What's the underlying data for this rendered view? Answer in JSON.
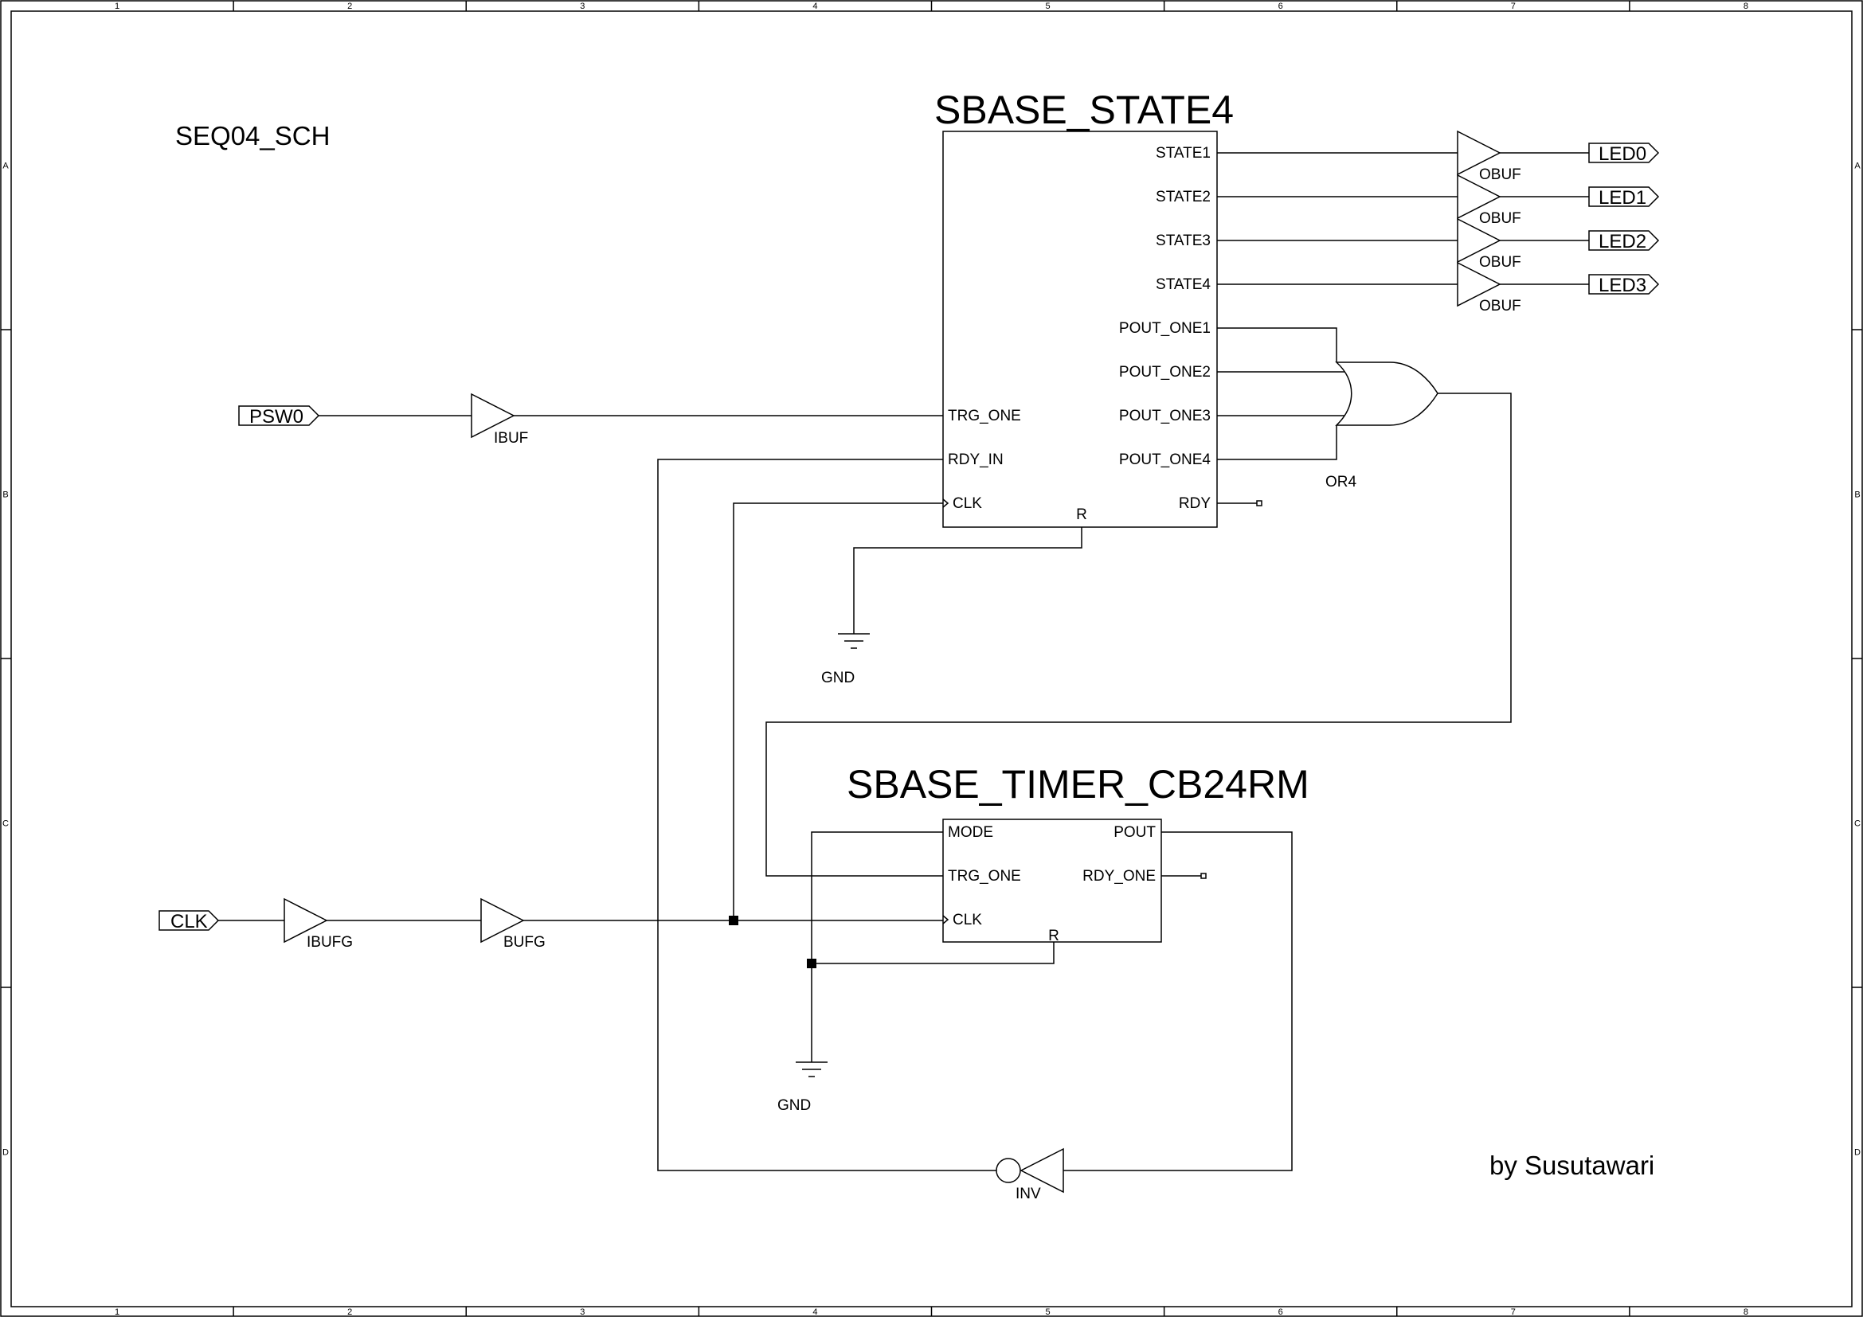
{
  "sheet": {
    "name": "SEQ04_SCH",
    "author": "by Susutawari",
    "columns": [
      "1",
      "2",
      "3",
      "4",
      "5",
      "6",
      "7",
      "8"
    ],
    "rows": [
      "A",
      "B",
      "C",
      "D"
    ]
  },
  "blocks": {
    "state4": {
      "title": "SBASE_STATE4",
      "pins_left": [
        "TRG_ONE",
        "RDY_IN",
        "CLK"
      ],
      "pins_right": [
        "STATE1",
        "STATE2",
        "STATE3",
        "STATE4",
        "POUT_ONE1",
        "POUT_ONE2",
        "POUT_ONE3",
        "POUT_ONE4",
        "RDY"
      ],
      "pin_bottom": "R"
    },
    "timer": {
      "title": "SBASE_TIMER_CB24RM",
      "pins_left": [
        "MODE",
        "TRG_ONE",
        "CLK"
      ],
      "pins_right": [
        "POUT",
        "RDY_ONE"
      ],
      "pin_bottom": "R"
    }
  },
  "gates": {
    "obuf": "OBUF",
    "ibuf": "IBUF",
    "ibufg": "IBUFG",
    "bufg": "BUFG",
    "or4": "OR4",
    "inv": "INV",
    "gnd": "GND"
  },
  "ports": {
    "inputs": [
      "PSW0",
      "CLK"
    ],
    "outputs": [
      "LED0",
      "LED1",
      "LED2",
      "LED3"
    ]
  }
}
